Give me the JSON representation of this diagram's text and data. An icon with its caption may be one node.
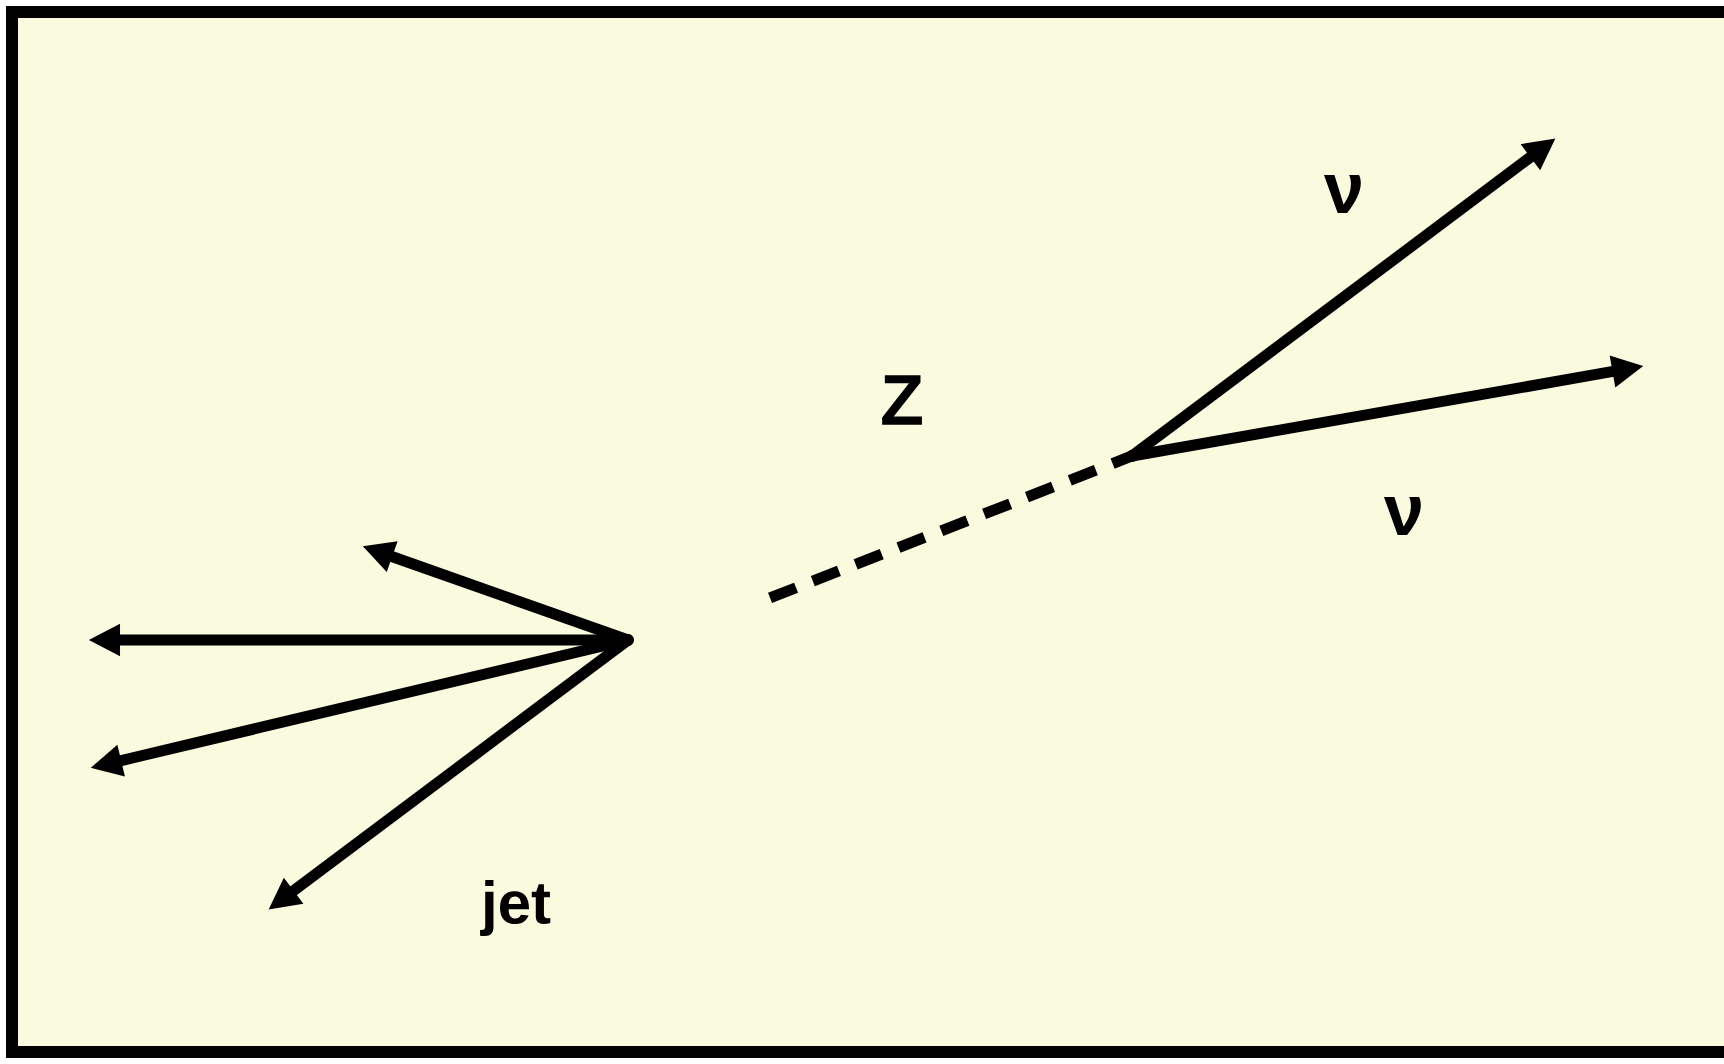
{
  "diagram": {
    "nodes": [
      {
        "text": [],
        "shape": "point"
      },
      {
        "text": [],
        "shape": "point"
      }
    ],
    "edges": [
      {
        "from": 0,
        "to": null,
        "arrow": "to"
      },
      {
        "from": 0,
        "to": null,
        "arrow": "to"
      },
      {
        "from": 0,
        "to": null,
        "arrow": "to"
      },
      {
        "from": 0,
        "to": null,
        "arrow": "to"
      },
      {
        "from": null,
        "to": 1,
        "arrow": "none",
        "style": "dashed"
      },
      {
        "from": 1,
        "to": null,
        "arrow": "to"
      },
      {
        "from": 1,
        "to": null,
        "arrow": "to"
      }
    ],
    "labels": [
      "ν",
      "Z",
      "ν",
      "jet"
    ]
  }
}
